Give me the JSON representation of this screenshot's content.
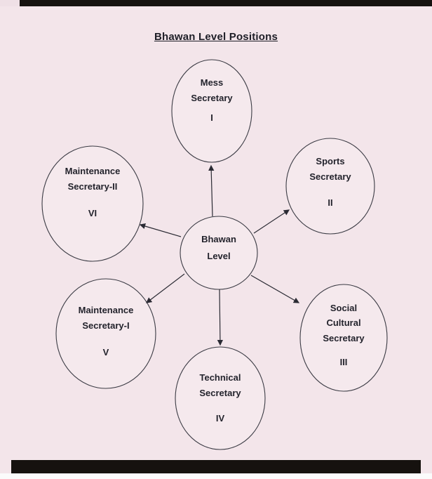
{
  "page": {
    "title": "Bhawan Level Positions"
  },
  "diagram": {
    "center": {
      "lines": [
        "Bhawan",
        "Level"
      ]
    },
    "nodes": [
      {
        "id": "mess-secretary",
        "lines": [
          "Mess",
          "Secretary"
        ],
        "numeral": "I"
      },
      {
        "id": "sports-secretary",
        "lines": [
          "Sports",
          "Secretary"
        ],
        "numeral": "II"
      },
      {
        "id": "social-cultural-secretary",
        "lines": [
          "Social",
          "Cultural",
          "Secretary"
        ],
        "numeral": "III"
      },
      {
        "id": "technical-secretary",
        "lines": [
          "Technical",
          "Secretary"
        ],
        "numeral": "IV"
      },
      {
        "id": "maintenance-secretary-1",
        "lines": [
          "Maintenance",
          "Secretary-I"
        ],
        "numeral": "V"
      },
      {
        "id": "maintenance-secretary-2",
        "lines": [
          "Maintenance",
          "Secretary-II"
        ],
        "numeral": "VI"
      }
    ],
    "colors": {
      "paper": "#f3e5ea",
      "ink": "#23232c",
      "stroke": "#3b3b44"
    }
  }
}
